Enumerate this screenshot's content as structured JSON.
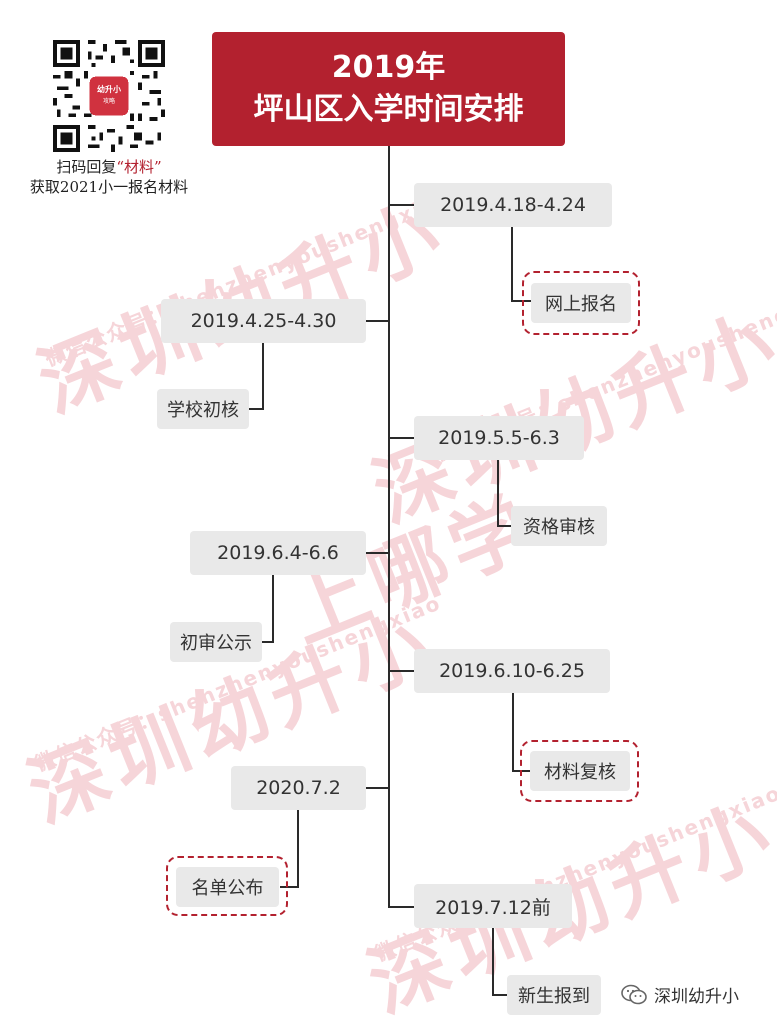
{
  "title": {
    "line1": "2019年",
    "line2": "坪山区入学时间安排"
  },
  "qr": {
    "badge_line1": "幼升小",
    "badge_line2": "攻略",
    "caption_prefix": "扫码回复",
    "caption_quote_open": "“",
    "caption_keyword": "材料",
    "caption_quote_close": "”",
    "caption_line2": "获取2021小一报名材料"
  },
  "timeline": [
    {
      "date": "2019.4.18-4.24",
      "event": "网上报名",
      "highlight": true
    },
    {
      "date": "2019.4.25-4.30",
      "event": "学校初核",
      "highlight": false
    },
    {
      "date": "2019.5.5-6.3",
      "event": "资格审核",
      "highlight": false
    },
    {
      "date": "2019.6.4-6.6",
      "event": "初审公示",
      "highlight": false
    },
    {
      "date": "2019.6.10-6.25",
      "event": "材料复核",
      "highlight": true
    },
    {
      "date": "2020.7.2",
      "event": "名单公布",
      "highlight": true
    },
    {
      "date": "2019.7.12前",
      "event": "新生报到",
      "highlight": false
    }
  ],
  "watermark": {
    "big": "深圳幼升小",
    "small": "微信公众号：shenzhenyoushengxiao",
    "partial1": "上哪学",
    "partial2": "深圳幼升小上哪学"
  },
  "brand": {
    "name": "深圳幼升小",
    "icon": "wechat-icon"
  },
  "colors": {
    "accent": "#b3212f",
    "box": "#e9e9e9",
    "line": "#2a2a2a",
    "watermark": "#f6d5d9"
  }
}
